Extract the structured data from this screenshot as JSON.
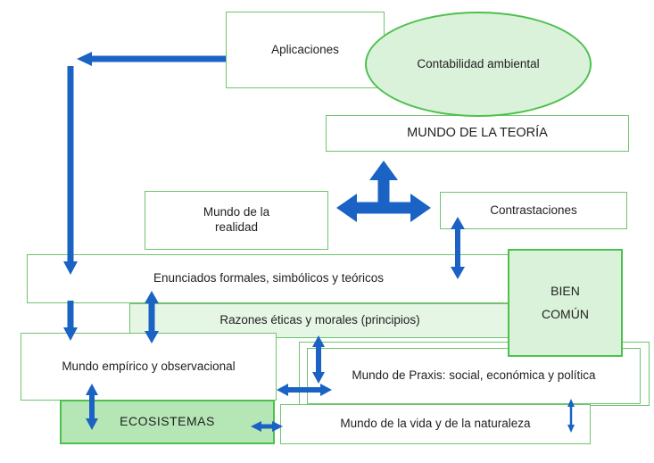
{
  "diagram": {
    "nodes": {
      "aplicaciones": {
        "label": "Aplicaciones",
        "shape": "rect"
      },
      "contabilidad_ambiental": {
        "label": "Contabilidad ambiental",
        "shape": "ellipse"
      },
      "mundo_teoria": {
        "label": "MUNDO DE LA TEORÍA",
        "shape": "rect"
      },
      "mundo_realidad": {
        "label": "Mundo de la realidad",
        "shape": "rect"
      },
      "contrastaciones": {
        "label": "Contrastaciones",
        "shape": "rect"
      },
      "enunciados": {
        "label": "Enunciados formales, simbólicos y teóricos",
        "shape": "rect"
      },
      "bien_comun": {
        "label": "BIEN COMÚN",
        "shape": "rect-highlight"
      },
      "razones": {
        "label": "Razones éticas y morales (principios)",
        "shape": "rect-tinted"
      },
      "mundo_empirico": {
        "label": "Mundo empírico y observacional",
        "shape": "rect"
      },
      "mundo_praxis": {
        "label": "Mundo de Praxis: social, económica y política",
        "shape": "rect-double-border"
      },
      "ecosistemas": {
        "label": "ECOSISTEMAS",
        "shape": "rect-highlight"
      },
      "mundo_vida": {
        "label": "Mundo de la vida y de la naturaleza",
        "shape": "rect"
      }
    },
    "edges": [
      {
        "from": "aplicaciones",
        "to": "enunciados",
        "direction": "one-way",
        "style": "thick-elbow"
      },
      {
        "from": "enunciados",
        "to": "mundo_empirico",
        "direction": "one-way",
        "style": "thick"
      },
      {
        "from": "mundo_realidad",
        "to": "contrastaciones",
        "direction": "two-way",
        "style": "three-way-with-mundo_teoria"
      },
      {
        "from": "contrastaciones",
        "to": "enunciados",
        "direction": "two-way",
        "style": "thick"
      },
      {
        "from": "enunciados",
        "to": "mundo_empirico",
        "direction": "two-way",
        "style": "thick-through-razones"
      },
      {
        "from": "mundo_empirico",
        "to": "ecosistemas",
        "direction": "two-way",
        "style": "thick"
      },
      {
        "from": "mundo_empirico",
        "to": "mundo_praxis",
        "direction": "two-way",
        "style": "thick"
      },
      {
        "from": "razones",
        "to": "mundo_praxis",
        "direction": "two-way",
        "style": "thick"
      },
      {
        "from": "ecosistemas",
        "to": "mundo_vida",
        "direction": "two-way",
        "style": "thick"
      },
      {
        "from": "mundo_praxis",
        "to": "mundo_vida",
        "direction": "two-way",
        "style": "thin"
      }
    ],
    "colors": {
      "box_border_green": "#6fc46f",
      "highlight_border_green": "#4ec04e",
      "fill_light_green": "#daf2da",
      "fill_medium_green": "#b5e6b5",
      "fill_pale_green": "#e5f6e5",
      "arrow_blue": "#1a63c4",
      "text": "#1f1f1f",
      "background": "#ffffff"
    }
  }
}
